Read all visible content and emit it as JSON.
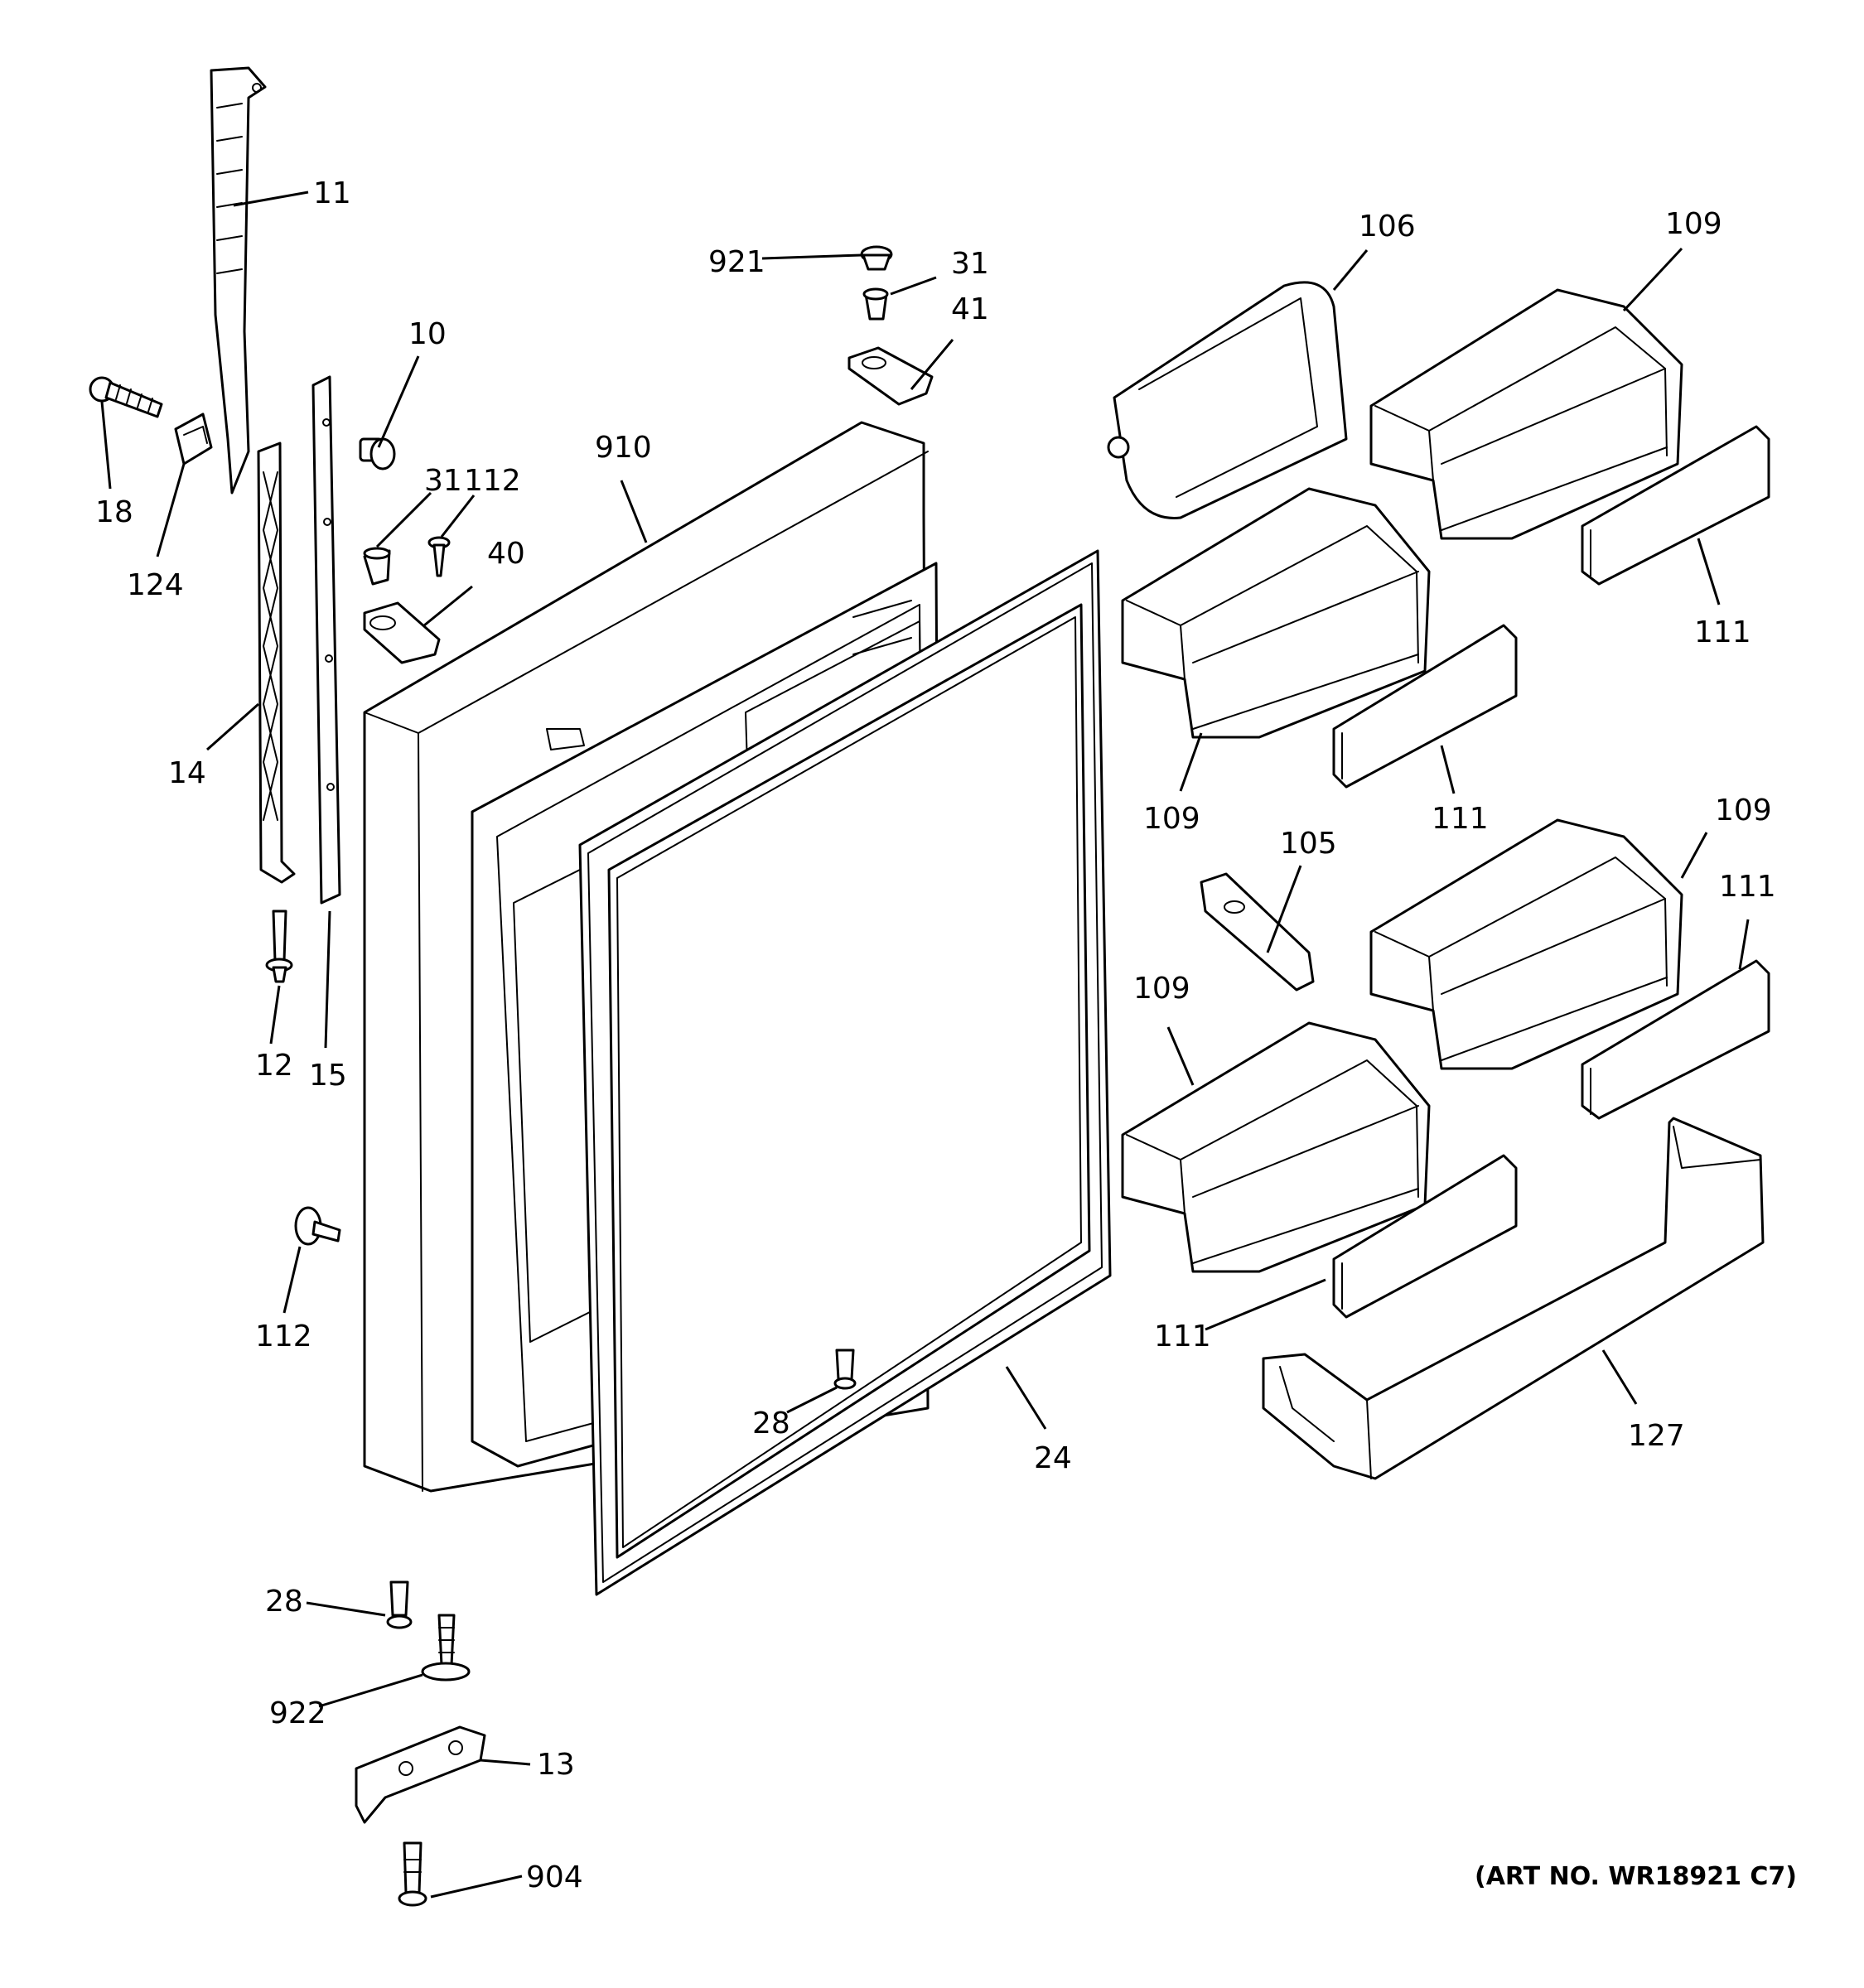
{
  "art_number": "(ART NO. WR18921 C7)",
  "callouts": {
    "c11": "11",
    "c18": "18",
    "c124": "124",
    "c14": "14",
    "c10": "10",
    "c15": "15",
    "c12": "12",
    "c112a": "112",
    "c112b": "112",
    "c31a": "31",
    "c31b": "31",
    "c40": "40",
    "c41": "41",
    "c921": "921",
    "c910": "910",
    "c106": "106",
    "c109a": "109",
    "c109b": "109",
    "c109c": "109",
    "c109d": "109",
    "c111a": "111",
    "c111b": "111",
    "c111c": "111",
    "c111d": "111",
    "c105": "105",
    "c127": "127",
    "c24": "24",
    "c28a": "28",
    "c28b": "28",
    "c922": "922",
    "c13": "13",
    "c904": "904"
  }
}
